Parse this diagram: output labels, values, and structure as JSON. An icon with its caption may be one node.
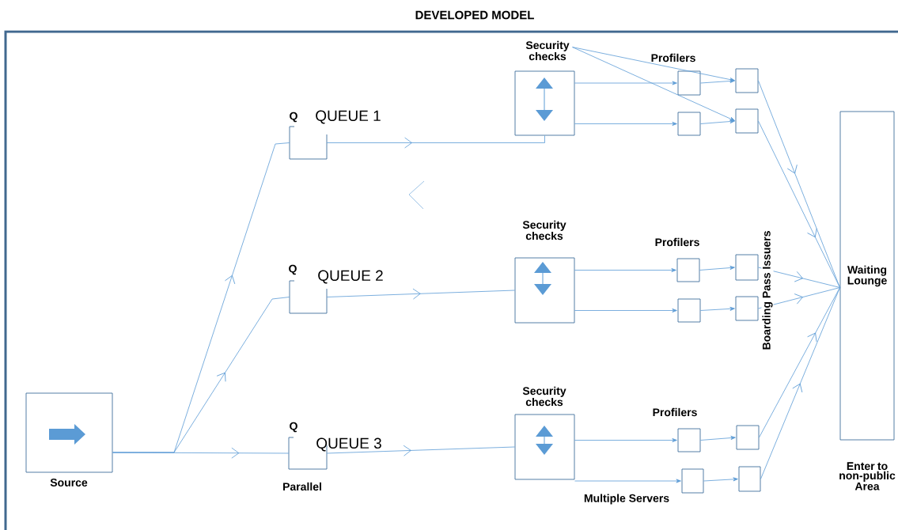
{
  "diagram": {
    "title": "DEVELOPED MODEL",
    "nodes": [
      {
        "text": [
          "Source"
        ]
      },
      {
        "text": [
          "Q",
          "QUEUE 1"
        ]
      },
      {
        "text": [
          "Q",
          "QUEUE 2"
        ]
      },
      {
        "text": [
          "Q",
          "QUEUE 3"
        ],
        "beside": [
          "Parallel"
        ]
      },
      {
        "text": [
          "Security checks"
        ]
      },
      {
        "text": [
          "Security checks"
        ]
      },
      {
        "text": [
          "Security checks"
        ]
      },
      {
        "text": [],
        "shape": "box"
      },
      {
        "text": [],
        "shape": "box"
      },
      {
        "text": [],
        "shape": "box"
      },
      {
        "text": [],
        "shape": "box"
      },
      {
        "text": [],
        "shape": "box"
      },
      {
        "text": [],
        "shape": "box"
      },
      {
        "text": [],
        "shape": "box"
      },
      {
        "text": [],
        "shape": "box"
      },
      {
        "text": [],
        "shape": "box"
      },
      {
        "text": [],
        "shape": "box"
      },
      {
        "text": [],
        "shape": "box"
      },
      {
        "text": [],
        "shape": "box"
      },
      {
        "text": [
          "Waiting Lounge"
        ],
        "beside": [
          "Enter to non-public Area"
        ]
      }
    ],
    "edges": [
      {
        "from": 0,
        "to": 1,
        "arrow": "to"
      },
      {
        "from": 0,
        "to": 2,
        "arrow": "to"
      },
      {
        "from": 0,
        "to": 3,
        "arrow": "to"
      },
      {
        "from": 1,
        "to": 4,
        "arrow": "to"
      },
      {
        "from": 2,
        "to": 5,
        "arrow": "to"
      },
      {
        "from": 3,
        "to": 6,
        "arrow": "to"
      },
      {
        "from": 4,
        "to": 7,
        "arrow": "to"
      },
      {
        "from": 4,
        "to": 8,
        "arrow": "to"
      },
      {
        "from": 4,
        "to": 9,
        "arrow": "to"
      },
      {
        "from": 4,
        "to": 10,
        "arrow": "to"
      },
      {
        "from": 7,
        "to": 9,
        "arrow": "to"
      },
      {
        "from": 8,
        "to": 10,
        "arrow": "to"
      },
      {
        "from": 9,
        "to": 19,
        "arrow": "to"
      },
      {
        "from": 10,
        "to": 19,
        "arrow": "to"
      },
      {
        "from": 5,
        "to": 11,
        "arrow": "to"
      },
      {
        "from": 5,
        "to": 12,
        "arrow": "to"
      },
      {
        "from": 11,
        "to": 13,
        "arrow": "to"
      },
      {
        "from": 12,
        "to": 14,
        "arrow": "to"
      },
      {
        "from": 13,
        "to": 19,
        "arrow": "to"
      },
      {
        "from": 14,
        "to": 19,
        "arrow": "to"
      },
      {
        "from": 6,
        "to": 15,
        "arrow": "to"
      },
      {
        "from": 6,
        "to": 16,
        "arrow": "to"
      },
      {
        "from": 15,
        "to": 17,
        "arrow": "to"
      },
      {
        "from": 16,
        "to": 18,
        "arrow": "to"
      },
      {
        "from": 17,
        "to": 19,
        "arrow": "to"
      },
      {
        "from": 18,
        "to": 19,
        "arrow": "to"
      }
    ],
    "labels": [
      "Profilers",
      "Profilers",
      "Boarding Pass Issuers",
      "Profilers",
      "Multiple Servers"
    ]
  }
}
